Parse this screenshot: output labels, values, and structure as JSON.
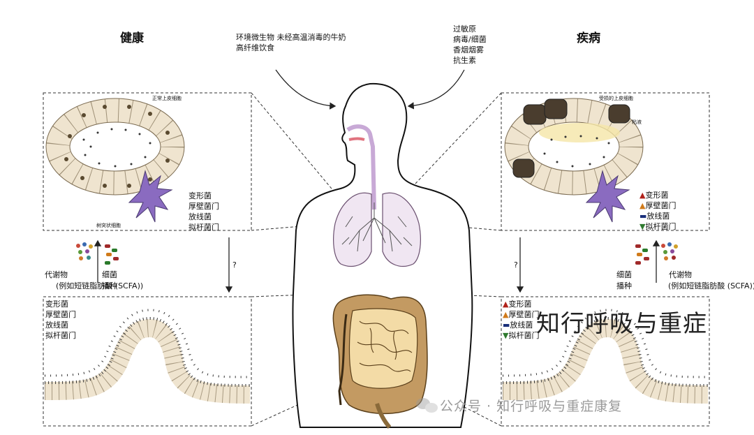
{
  "healthy_title": "健康",
  "disease_title": "疾病",
  "healthy_factors": "环境微生物 未经高温消毒的牛奶 高纤维饮食",
  "disease_factors": [
    "过敏原",
    "病毒/细菌",
    "香烟烟雾",
    "抗生素"
  ],
  "healthy_lung_panel": {
    "cell_label": "正常上皮细胞",
    "dendritic_label": "树突状细胞",
    "phyla": [
      "变形菌",
      "厚壁菌门",
      "放线菌",
      "拟杆菌门"
    ]
  },
  "disease_lung_panel": {
    "cell_label": "受损的上皮细胞",
    "mucus_label": "粘液",
    "phyla": [
      "变形菌",
      "厚壁菌门",
      "放线菌",
      "拟杆菌门"
    ]
  },
  "healthy_middle": {
    "metabolites": "代谢物",
    "metabolites_example": "(例如短链脂肪酸 (SCFA))",
    "bacteria": "细菌",
    "seeding": "播种",
    "question": "?"
  },
  "disease_middle": {
    "metabolites": "代谢物",
    "metabolites_example": "(例如短链脂肪酸 (SCFA))",
    "bacteria": "细菌",
    "seeding": "播种",
    "question": "?"
  },
  "healthy_gut_phyla": [
    "变形菌",
    "厚壁菌门",
    "放线菌",
    "拟杆菌门"
  ],
  "disease_gut_phyla": [
    "变形菌",
    "厚壁菌门",
    "放线菌",
    "拟杆菌门"
  ],
  "watermark_big": "知行呼吸与重症",
  "watermark_small": "公众号 · 知行呼吸与重症康复",
  "colors": {
    "epithelium": "#efe4cf",
    "damaged_cell": "#4a3d2e",
    "dendritic": "#8a6bc0",
    "lung_fill": "#f0e6f2",
    "gut_large": "#c39a62",
    "gut_small": "#f3dba6",
    "airway": "#c8a9d6"
  }
}
